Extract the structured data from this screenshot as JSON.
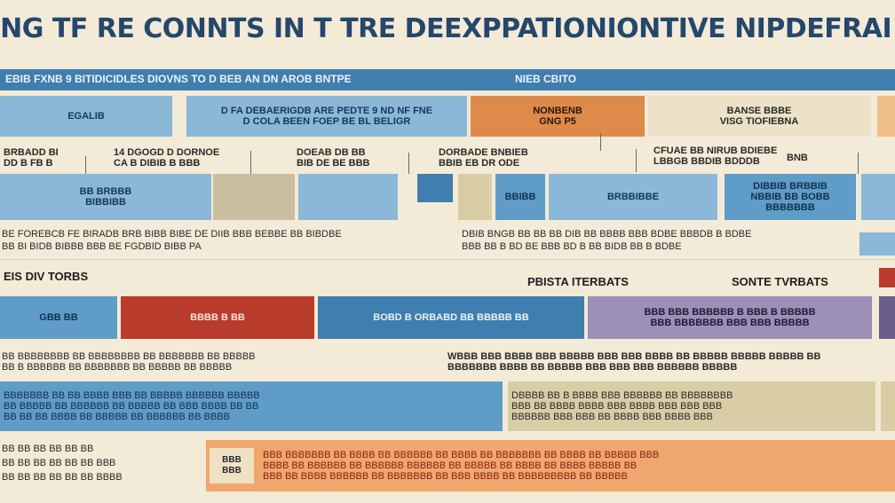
{
  "title": "ETOINZATIONG TF RE CONNTS IN T TRE DEEXPPATIONIONTIVE NIPDEFRAI TFREN BSTI",
  "top_bar": {
    "left_text": "EBIB FXNB 9 BITIDICIDLES DIOVNS TO D BEB AN DN AROB BNTPE",
    "right_text": "NIEB CBITO"
  },
  "row1": [
    {
      "label": "EGALIB"
    },
    {
      "label": "D FA DEBAERIGDB ARE PEDTE 9 ND NF FNE\nD COLA BEEN FOEP BE BL BELIGR"
    },
    {
      "label": "NONBENB\nGNG P5"
    },
    {
      "label": "BANSE BBBE\nVISG TIOFIEBNA"
    }
  ],
  "row2_labels": [
    {
      "label": "BRBADD BI\nDD B FB B"
    },
    {
      "label": "14 DGOGD D DORNOE\nCA B DIBIB B BBB"
    },
    {
      "label": "DOEAB DB BB\nBIB DE BE BBB"
    },
    {
      "label": "DORBADE BNBIEB\nBBIB EB DR ODE"
    },
    {
      "label": "CFUAE BB NIRUB BDIEBE\nLBBGB BBDIB BDDDB"
    },
    {
      "label": "BNB"
    }
  ],
  "row3": [
    {
      "label": "BB BRBBB\nBIBBIBB"
    },
    {
      "label": "BBIBB"
    },
    {
      "label": "BRBBIBBE"
    },
    {
      "label": "DIBBIB BRBBIB\nNBBIB BB BOBB\nBBBBBBB"
    }
  ],
  "row4_text": [
    {
      "label": "BE FOREBCB FE BIRADB BRB BIBB BIBE DE DIIB BBB  BEBBE BB BIBDBE"
    },
    {
      "label": "BB BI BIDB BIBBB BBB BE FGDBID BIBB PA"
    },
    {
      "label": "DBIB BNGB BB BB BB DIB BB BBBB BBB BDBE BBBDB B BDBE"
    },
    {
      "label": "BBB BB B BD BE BBB BD B BB BIDB BB B BDBE"
    }
  ],
  "section2": {
    "left_header": "EIS DIV TORBS",
    "mid_header": "PBISTA ITERBATS",
    "right_header": "SONTE TVRBATS"
  },
  "row5": [
    {
      "label": "GBB BB"
    },
    {
      "label": "BBBB B BB"
    },
    {
      "label": "BOBD B ORBABD BB BBBBB BB"
    },
    {
      "label": "BBB BBB BBBBBB B BBB B BBBBB\nBBB BBBBBBB BBB BBB BBBBB"
    }
  ],
  "row6_text": [
    {
      "label": "BB BBBBBBBB BB BBBBBBBB BB BBBBBBB BB BBBBB\nBB B BBBBBB BB BBBBBBB BB BBBBB BB BBBBB"
    },
    {
      "label": "WBBB BBB BBBB BBB BBBBB BBB BBB BBBB BB BBBBB BBBBB BBBBB BB\nBBBBBBB BBBB BB BBBBB BBB BBB BBB BBBBBB BBBBB"
    }
  ],
  "row7": [
    {
      "label": "BBBBBBB BB BB BBBB BBB BB BBBBB BBBBBB BBBBB\nBB BBBBB BB BBBBBB BB BBBBB BB BBB BBBB BB BB\nBB BB BB BBBB BB BBBBB BB BBBBBB BB BBBB"
    },
    {
      "label": "DBBBB BB B BBBB BBB BBBBBB BB BBBBBBBB\nBBB BB BBBB BBBB BBB BBBB BBB BBB BBB\nBBBBBB BBB BBB BB BBBB BBB BBBB BBB"
    }
  ],
  "row8_left": [
    {
      "label": "BB BB BB BB BB BB"
    },
    {
      "label": "BB BB BB BB BB BB BBB"
    },
    {
      "label": "BB BB BB BB BB BB BBBB"
    }
  ],
  "row8_box": {
    "tag": "BBB\nBBB",
    "line1": "BBB BBBBBBB BB BBBB BB BBBBBB BB BBBB BB BBBBBBB BB BBBB BB BBBBB BBB",
    "line2": "BBBB BB BBBBBB BB BBBBBB BBBBBB BB BBBBB BB BBBB BB BBBB BBBBB BB",
    "line3": "BBB BB BBBB BBBBBB BB BBBBBBB BB BBB BBBB BB BBBBBBBBB BB BBBBB"
  },
  "colors": {
    "background": "#f3ead7",
    "blue": "#5f9cc8",
    "dark_blue": "#3f7eae",
    "orange": "#dd8a4a",
    "red": "#b93b2c",
    "purple": "#9c8fb8",
    "peach": "#f0a76e"
  }
}
